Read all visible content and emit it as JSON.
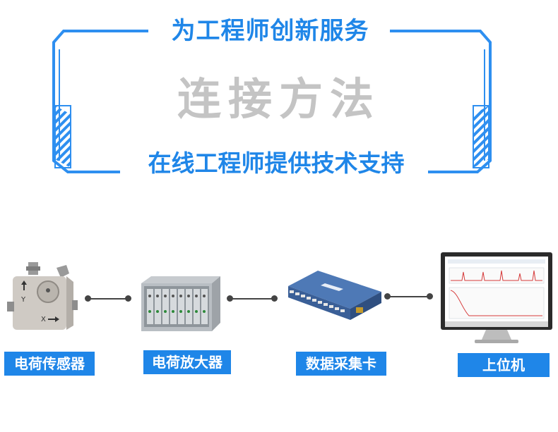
{
  "header": {
    "top_title": "为工程师创新服务",
    "main_title": "连接方法",
    "bottom_title": "在线工程师提供技术支持"
  },
  "devices": [
    {
      "label": "电荷传感器",
      "icon": "charge-sensor-icon"
    },
    {
      "label": "电荷放大器",
      "icon": "charge-amplifier-icon"
    },
    {
      "label": "数据采集卡",
      "icon": "daq-card-icon"
    },
    {
      "label": "上位机",
      "icon": "host-computer-icon"
    }
  ],
  "sensor_marks": {
    "y_axis": "Y",
    "x_axis": "X"
  },
  "colors": {
    "accent": "#1f86e8",
    "frame": "#2e8ff0",
    "grey_title": "#c4c4c4",
    "connector": "#444444"
  }
}
